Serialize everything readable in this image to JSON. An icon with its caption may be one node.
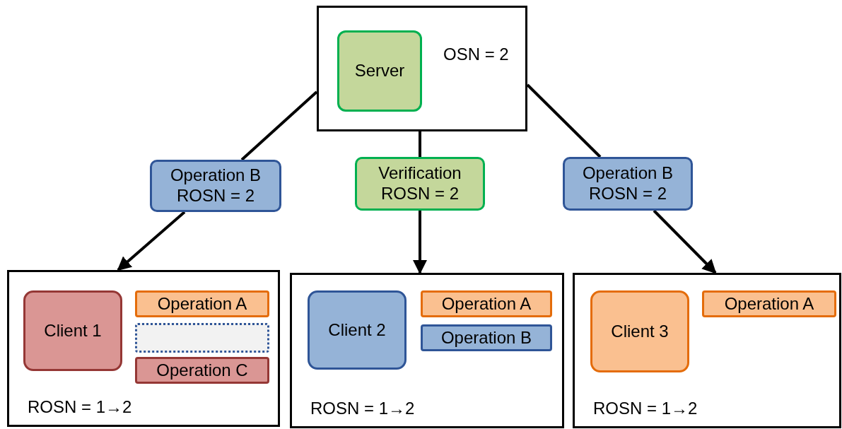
{
  "diagram": {
    "nodes": [
      {
        "text": [
          "OSN = 2"
        ]
      },
      {
        "text": [
          "Server"
        ],
        "in": 0
      },
      {
        "text": [
          "Operation B ROSN = 2"
        ]
      },
      {
        "text": [
          "Verification ROSN = 2"
        ]
      },
      {
        "text": [
          "Operation B ROSN = 2"
        ]
      },
      {
        "text": [
          "ROSN = 1→2"
        ]
      },
      {
        "text": [
          "Client 1"
        ],
        "in": 5
      },
      {
        "text": [
          "Operation A"
        ],
        "in": 5
      },
      {
        "text": [],
        "shape": "box",
        "in": 5
      },
      {
        "text": [
          "Operation C"
        ],
        "in": 5
      },
      {
        "text": [
          "ROSN = 1→2"
        ]
      },
      {
        "text": [
          "Client 2"
        ],
        "in": 10
      },
      {
        "text": [
          "Operation A"
        ],
        "in": 10
      },
      {
        "text": [
          "Operation B"
        ],
        "in": 10
      },
      {
        "text": [
          "ROSN = 1→2"
        ]
      },
      {
        "text": [
          "Client 3"
        ],
        "in": 14
      },
      {
        "text": [
          "Operation A"
        ],
        "in": 14
      }
    ],
    "edges": [
      {
        "from": 0,
        "to": 2,
        "arrow": "none"
      },
      {
        "from": 2,
        "to": 5,
        "arrow": "to"
      },
      {
        "from": 0,
        "to": 3,
        "arrow": "none"
      },
      {
        "from": 3,
        "to": 10,
        "arrow": "to"
      },
      {
        "from": 0,
        "to": 4,
        "arrow": "none"
      },
      {
        "from": 4,
        "to": 14,
        "arrow": "to"
      }
    ]
  }
}
